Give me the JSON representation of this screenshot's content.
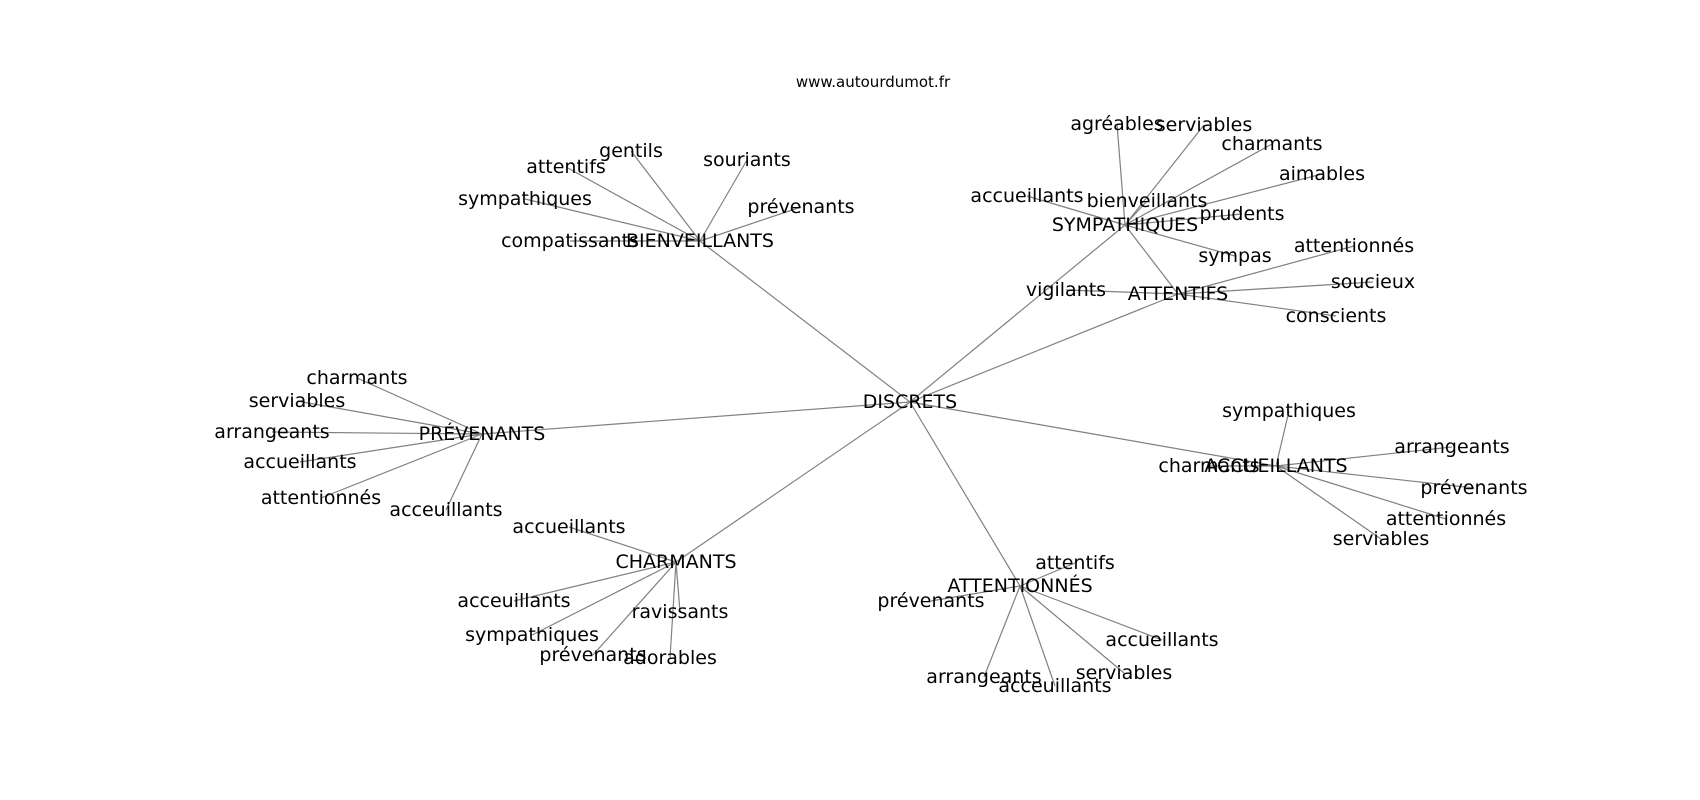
{
  "header": {
    "source_text": "www.autourdumot.fr"
  },
  "diagram": {
    "root": "DISCRETS",
    "groups": [
      {
        "hub": "BIENVEILLANTS",
        "leaves": [
          "gentils",
          "souriants",
          "attentifs",
          "sympathiques",
          "prévenants",
          "compatissants"
        ]
      },
      {
        "hub": "SYMPATHIQUES",
        "leaves": [
          "agréables",
          "serviables",
          "charmants",
          "aimables",
          "accueillants",
          "bienveillants",
          "prudents",
          "sympas"
        ]
      },
      {
        "hub": "ATTENTIFS",
        "leaves": [
          "vigilants",
          "attentionnés",
          "soucieux",
          "conscients"
        ]
      },
      {
        "hub": "PRÉVENANTS",
        "leaves": [
          "charmants",
          "serviables",
          "arrangeants",
          "accueillants",
          "attentionnés",
          "acceuillants"
        ]
      },
      {
        "hub": "ACCUEILLANTS",
        "leaves": [
          "sympathiques",
          "arrangeants",
          "charmants",
          "prévenants",
          "attentionnés",
          "serviables"
        ]
      },
      {
        "hub": "CHARMANTS",
        "leaves": [
          "accueillants",
          "acceuillants",
          "sympathiques",
          "ravissants",
          "prévenants",
          "adorables"
        ]
      },
      {
        "hub": "ATTENTIONNÉS",
        "leaves": [
          "attentifs",
          "prévenants",
          "acceuillants",
          "serviables",
          "arrangeants",
          "accueillants"
        ]
      }
    ],
    "extra_links": [
      [
        "SYMPATHIQUES",
        "ATTENTIFS"
      ]
    ]
  }
}
